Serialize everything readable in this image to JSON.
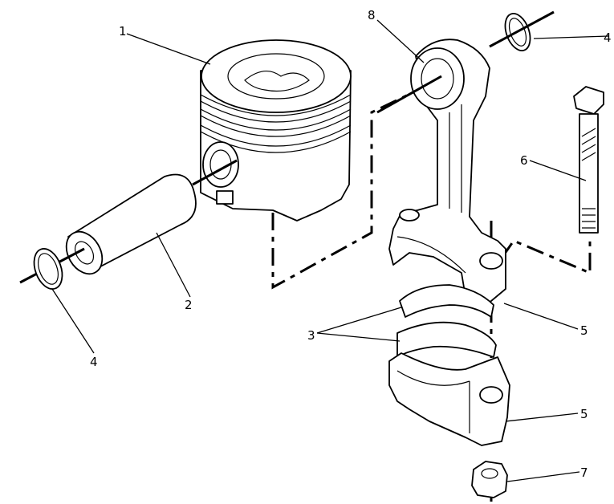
{
  "callouts": [
    {
      "id": "c1",
      "text": "1"
    },
    {
      "id": "c2",
      "text": "2"
    },
    {
      "id": "c3",
      "text": "3"
    },
    {
      "id": "c4a",
      "text": "4"
    },
    {
      "id": "c4b",
      "text": "4"
    },
    {
      "id": "c5a",
      "text": "5"
    },
    {
      "id": "c5b",
      "text": "5"
    },
    {
      "id": "c6",
      "text": "6"
    },
    {
      "id": "c7",
      "text": "7"
    },
    {
      "id": "c8",
      "text": "8"
    }
  ]
}
